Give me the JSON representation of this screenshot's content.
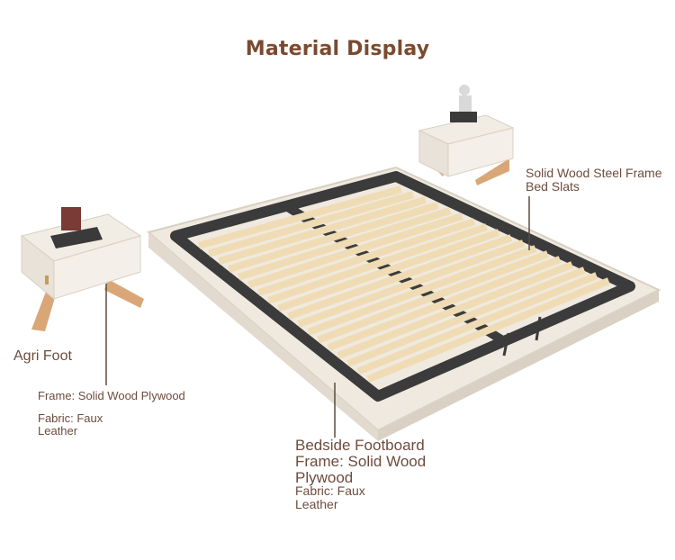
{
  "title": "Material Display",
  "labels": {
    "slats": "Solid Wood Steel Frame Bed Slats",
    "foot": "Agri Foot",
    "frame": "Frame: Solid Wood Plywood",
    "fabric_left": "Fabric: Faux Leather",
    "footboard": "Bedside Footboard Frame: Solid Wood Plywood",
    "fabric_center": "Fabric: Faux Leather"
  },
  "colors": {
    "title": "#7a4a30",
    "label": "#6d4c3d",
    "upholstery": "#efe9df",
    "steel": "#3b3b3b",
    "slat": "#f0dcb4",
    "wood_leg": "#d9a777"
  }
}
